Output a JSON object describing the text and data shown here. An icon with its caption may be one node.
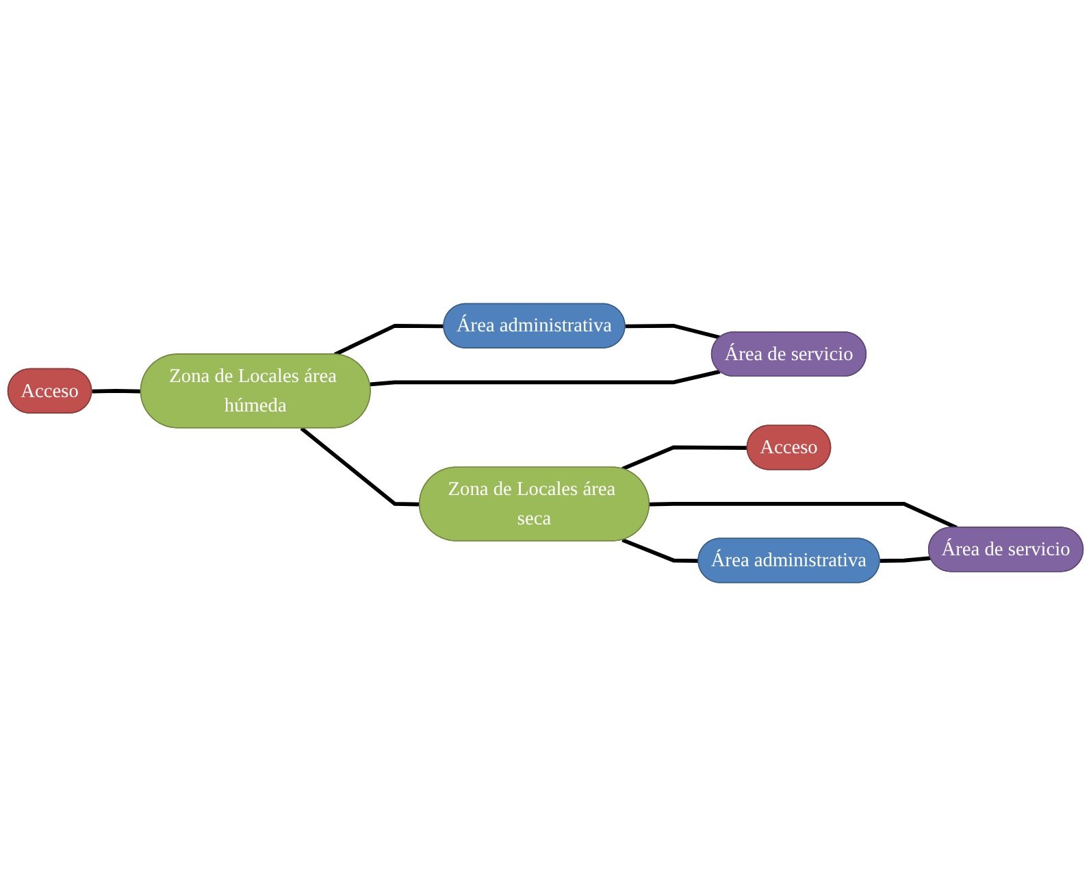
{
  "diagram": {
    "nodes": [
      {
        "text": [
          "Acceso"
        ]
      },
      {
        "text": [
          "Área administrativa"
        ]
      },
      {
        "text": [
          "Zona de Locales área húmeda"
        ]
      },
      {
        "text": [
          "Área de servicio"
        ]
      },
      {
        "text": [
          "Zona de Locales área seca"
        ]
      },
      {
        "text": [
          "Área de servicio"
        ]
      },
      {
        "text": [
          "Acceso"
        ]
      },
      {
        "text": [
          "Área administrativa"
        ]
      }
    ],
    "edges": [
      {
        "from": 0,
        "to": 2,
        "arrow": "none"
      },
      {
        "from": 2,
        "to": 1,
        "arrow": "none"
      },
      {
        "from": 1,
        "to": 3,
        "arrow": "none"
      },
      {
        "from": 2,
        "to": 3,
        "arrow": "none"
      },
      {
        "from": 2,
        "to": 4,
        "arrow": "none"
      },
      {
        "from": 4,
        "to": 5,
        "arrow": "none"
      },
      {
        "from": 4,
        "to": 6,
        "arrow": "none"
      },
      {
        "from": 4,
        "to": 7,
        "arrow": "none"
      },
      {
        "from": 7,
        "to": 5,
        "arrow": "none"
      }
    ]
  }
}
